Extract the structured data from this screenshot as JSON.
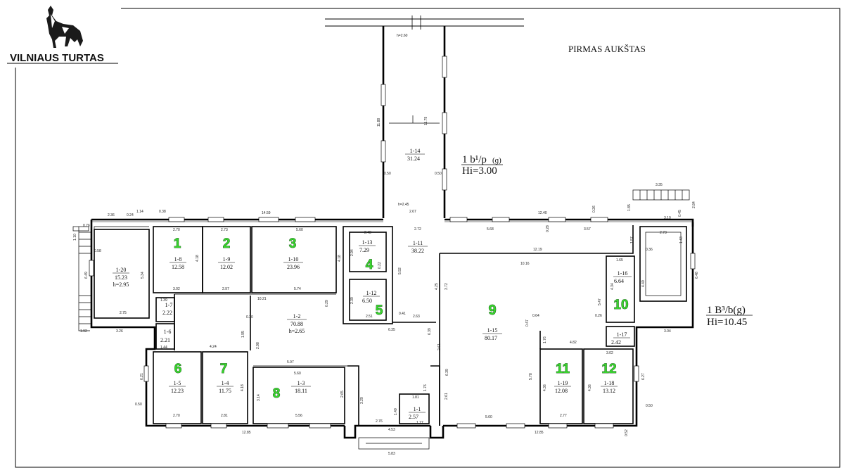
{
  "logo": {
    "text": "VILNIAUS TURTAS",
    "icon": "wolf-logo-icon"
  },
  "plan": {
    "floor_title": "PIRMAS AUKŠTAS",
    "building_code_1": "1 b¹/p",
    "building_code_1_suffix": "(ɡ)",
    "hi_1": "Hi=3.00",
    "building_code_2": "1 B³/b(g)",
    "hi_2": "Hi=10.45",
    "rooms": [
      {
        "id": "1-20",
        "area": "15.23",
        "height": "h=2.95"
      },
      {
        "id": "1-8",
        "area": "12.58",
        "badge": "1"
      },
      {
        "id": "1-9",
        "area": "12.02",
        "badge": "2"
      },
      {
        "id": "1-10",
        "area": "23.96",
        "badge": "3"
      },
      {
        "id": "1-13",
        "area": "7.29",
        "badge": "4"
      },
      {
        "id": "1-12",
        "area": "6.50",
        "badge": "5"
      },
      {
        "id": "1-11",
        "area": "38.22"
      },
      {
        "id": "1-14",
        "area": "31.24"
      },
      {
        "id": "1-2",
        "area": "70.88",
        "height": "h=2.65"
      },
      {
        "id": "1-7",
        "area": "2.22"
      },
      {
        "id": "1-6",
        "area": "2.21"
      },
      {
        "id": "1-5",
        "area": "12.23",
        "badge": "6"
      },
      {
        "id": "1-4",
        "area": "11.75",
        "badge": "7"
      },
      {
        "id": "1-3",
        "area": "18.11",
        "badge": "8"
      },
      {
        "id": "1-1",
        "area": "2.57"
      },
      {
        "id": "1-15",
        "area": "80.17",
        "badge": "9"
      },
      {
        "id": "1-16",
        "area": "6.64",
        "badge": "10"
      },
      {
        "id": "1-17",
        "area": "2.42"
      },
      {
        "id": "1-19",
        "area": "12.08",
        "badge": "11"
      },
      {
        "id": "1-18",
        "area": "13.12",
        "badge": "12"
      }
    ],
    "dimensions": {
      "d_h260": "h=2.60",
      "d_1188": "11.88",
      "d_1179": "11.79",
      "d_050a": "0.50",
      "d_050b": "0.50",
      "d_h245": "h=2.45",
      "d_267": "2.67",
      "d_236": "2.36",
      "d_024": "0.24",
      "d_114": "1.14",
      "d_038": "0.38",
      "d_1459": "14.59",
      "d_1240": "12.40",
      "d_026": "0.26",
      "d_270a": "2.70",
      "d_273a": "2.73",
      "d_560a": "5.60",
      "d_248": "2.48",
      "d_272": "2.72",
      "d_568": "5.68",
      "d_028": "0.28",
      "d_357": "3.57",
      "d_076": "0.76",
      "d_110": "1.10",
      "d_058": "0.58",
      "d_649": "6.49",
      "d_534": "5.34",
      "d_275": "2.75",
      "d_326": "3.26",
      "d_192": "1.92",
      "d_418a": "4.18",
      "d_302": "3.02",
      "d_297": "2.97",
      "d_574": "5.74",
      "d_1021": "10.21",
      "d_029": "0.29",
      "d_418b": "4.18",
      "d_294": "2.94",
      "d_022": "0.22",
      "d_239": "2.39",
      "d_251": "2.51",
      "d_041": "0.41",
      "d_263": "2.63",
      "d_592": "5.92",
      "d_635": "6.35",
      "d_425": "4.25",
      "d_372": "3.72",
      "d_1219": "12.19",
      "d_1016": "10.16",
      "d_139": "1.39",
      "d_144": "1.44",
      "d_030": "0.30",
      "d_424": "4.24",
      "d_195": "1.95",
      "d_298": "2.98",
      "d_597": "5.97",
      "d_560b": "5.60",
      "d_621": "6.21",
      "d_270b": "2.70",
      "d_281": "2.81",
      "d_556": "5.56",
      "d_418c": "4.18",
      "d_314": "3.14",
      "d_265": "2.65",
      "d_1285a": "12.85",
      "d_1285b": "12.85",
      "d_329": "3.29",
      "d_276": "2.76",
      "d_453": "4.53",
      "d_177": "1.77",
      "d_149": "1.49",
      "d_181": "1.81",
      "d_176a": "1.76",
      "d_583": "5.83",
      "d_639a": "6.39",
      "d_261a": "2.61",
      "d_639b": "6.39",
      "d_261b": "2.61",
      "d_064": "0.64",
      "d_047": "0.47",
      "d_560c": "5.60",
      "d_578": "5.78",
      "d_176b": "1.76",
      "d_436a": "4.36",
      "d_277": "2.77",
      "d_436b": "4.36",
      "d_482": "4.82",
      "d_302b": "3.02",
      "d_627": "6.27",
      "d_335": "3.35",
      "d_185": "1.85",
      "d_310": "3.10",
      "d_045": "0.45",
      "d_284": "2.84",
      "d_273b": "2.73",
      "d_143": "1.43",
      "d_036": "0.36",
      "d_157": "1.57",
      "d_165": "1.65",
      "d_434": "4.34",
      "d_449": "4.49",
      "d_547": "5.47",
      "d_026b": "0.26",
      "d_304": "3.04",
      "d_648": "6.48",
      "d_052": "0.52",
      "d_050c": "0.50",
      "d_050d": "0.50"
    }
  }
}
